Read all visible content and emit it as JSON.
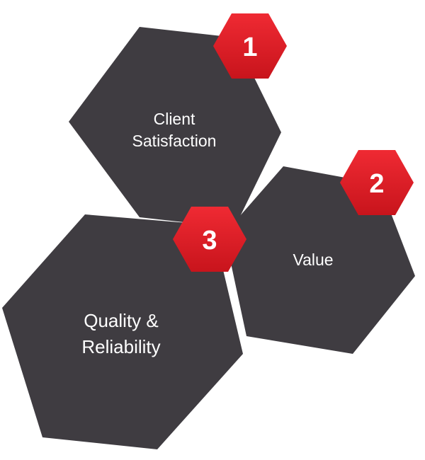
{
  "colors": {
    "hexagon_fill": "#3f3c41",
    "badge_fill": "#e01b24",
    "badge_shade": "#b10f17",
    "text": "#ffffff",
    "background": "#ffffff"
  },
  "items": [
    {
      "number": "1",
      "label_line1": "Client",
      "label_line2": "Satisfaction"
    },
    {
      "number": "2",
      "label_line1": "Value",
      "label_line2": ""
    },
    {
      "number": "3",
      "label_line1": "Quality &",
      "label_line2": "Reliability"
    }
  ]
}
